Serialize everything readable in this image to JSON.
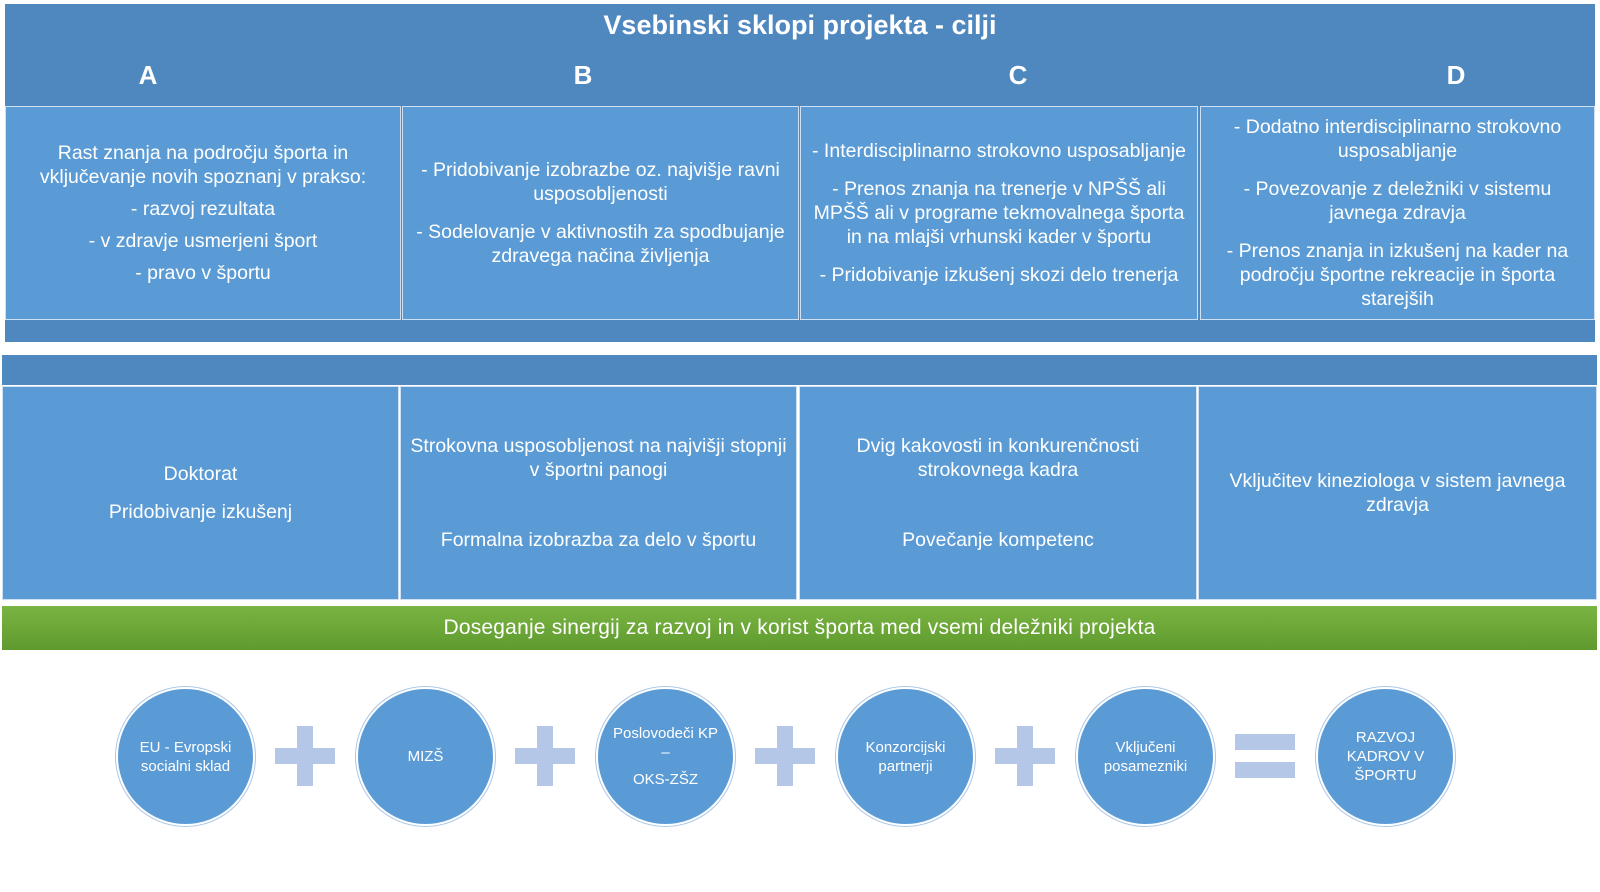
{
  "title": "Vsebinski sklopi projekta - cilji",
  "columns": [
    {
      "letter": "A",
      "content": [
        "Rast znanja na področju športa in vključevanje novih spoznanj v prakso:",
        "- razvoj rezultata",
        "- v zdravje usmerjeni šport",
        "- pravo v športu"
      ],
      "outcome": [
        "Doktorat",
        "Pridobivanje izkušenj"
      ]
    },
    {
      "letter": "B",
      "content": [
        "- Pridobivanje izobrazbe oz. najvišje ravni usposobljenosti",
        "- Sodelovanje v aktivnostih za spodbujanje zdravega načina življenja"
      ],
      "outcome": [
        "Strokovna usposobljenost na najvišji stopnji v športni panogi",
        "Formalna izobrazba za delo v športu"
      ]
    },
    {
      "letter": "C",
      "content": [
        "- Interdisciplinarno strokovno usposabljanje",
        "- Prenos znanja na trenerje v NPŠŠ ali MPŠŠ ali v programe tekmovalnega športa in na mlajši vrhunski kader v športu",
        "- Pridobivanje izkušenj skozi delo trenerja"
      ],
      "outcome": [
        "Dvig kakovosti in konkurenčnosti strokovnega kadra",
        "Povečanje kompetenc"
      ]
    },
    {
      "letter": "D",
      "content": [
        "- Dodatno interdisciplinarno strokovno usposabljanje",
        "- Povezovanje z deležniki v sistemu javnega zdravja",
        "- Prenos znanja in izkušenj na kader na področju športne rekreacije in športa starejših"
      ],
      "outcome": [
        "Vključitev kineziologa v sistem javnega zdravja"
      ]
    }
  ],
  "synergy_banner": "Doseganje sinergij za razvoj in v korist športa med vsemi deležniki projekta",
  "equation": {
    "partners": [
      [
        "EU - Evropski socialni sklad"
      ],
      [
        "MIZŠ"
      ],
      [
        "Poslovodeči KP –",
        "OKS-ZŠZ"
      ],
      [
        "Konzorcijski partnerji"
      ],
      [
        "Vključeni posamezniki"
      ]
    ],
    "result": [
      "RAZVOJ KADROV V ŠPORTU"
    ]
  },
  "colors": {
    "header_blue": "#4f87bf",
    "cell_blue": "#5b9bd5",
    "green": "#70ad47",
    "operator": "#b4c7e7"
  }
}
